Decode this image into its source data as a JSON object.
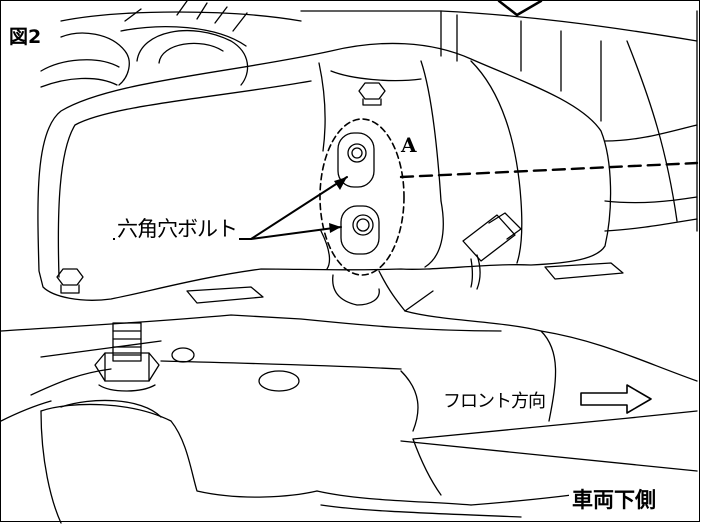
{
  "figure": {
    "number_label": "図2",
    "hex_bolt_label": "六角穴ボルト",
    "point_label": "A",
    "front_direction_label": "フロント方向",
    "underside_label": "車両下側",
    "line_color": "#000000",
    "background_color": "#ffffff"
  }
}
